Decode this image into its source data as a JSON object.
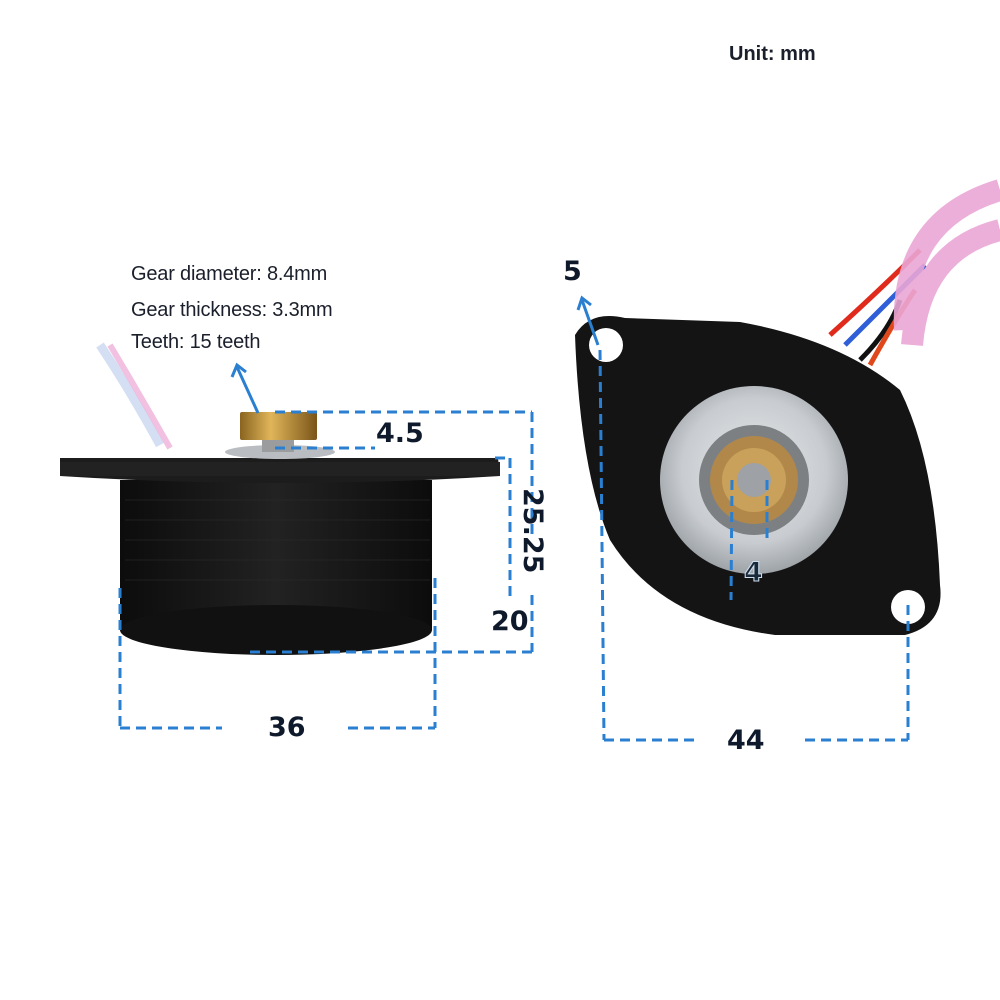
{
  "unit_label": "Unit: mm",
  "gear_specs": [
    "Gear diameter: 8.4mm",
    "Gear thickness: 3.3mm",
    "Teeth: 15 teeth"
  ],
  "dimensions": {
    "side_view": {
      "gear_height": "4.5",
      "total_height": "25.25",
      "body_height": "20",
      "body_diameter": "36"
    },
    "front_view": {
      "mount_hole": "5",
      "shaft": "4",
      "mount_span": "44"
    }
  },
  "colors": {
    "dimension_line": "#2a7fd0",
    "motor_body": "#141414",
    "gear_brass": "#b8893a",
    "cable_sleeve": "#e9a8d4",
    "text": "#1a1f2b"
  }
}
